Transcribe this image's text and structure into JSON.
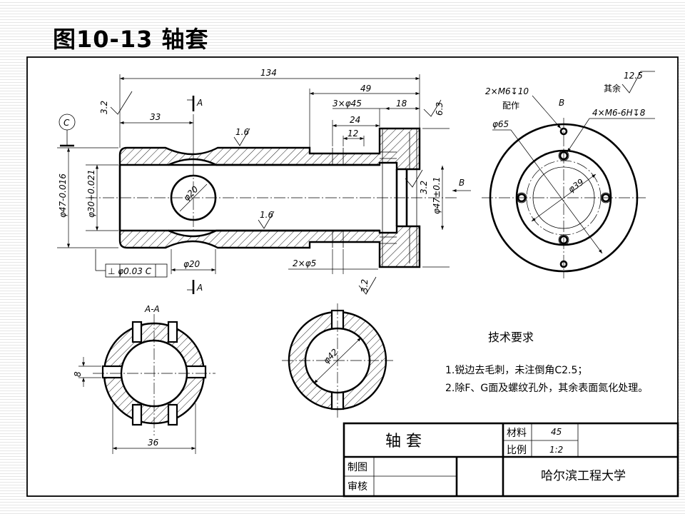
{
  "page_title": "图10-13 轴套",
  "dims": {
    "d134": "134",
    "d49": "49",
    "d3x45": "3×φ45",
    "d18": "18",
    "d33": "33",
    "d24": "24",
    "d12": "12",
    "d47tol": "φ47-0.016",
    "d30tol": "φ30+0.021",
    "d20a": "φ20",
    "d20b": "φ20",
    "d2x5": "2×φ5",
    "d47pm": "φ47±0.1",
    "d65": "φ65",
    "d39": "φ39",
    "d42": "φ42",
    "d8": "8",
    "d36": "36",
    "tol_box": "⊥ φ0.03 C",
    "datum_c": "C",
    "sec_a": "A",
    "sec_a2": "A",
    "view_b": "B",
    "view_b2": "B",
    "section_label": "A-A",
    "thread1": "2×M6↧10",
    "thread1_note": "配作",
    "thread2": "4×M6-6H↧8"
  },
  "roughness": {
    "r1": "3.2",
    "r2": "1.6",
    "r3": "1.6",
    "r4": "6.3",
    "r5": "3.2",
    "r6": "3.2",
    "rest_value": "12.5",
    "rest_label": "其余"
  },
  "tech": {
    "title": "技术要求",
    "line1": "1.锐边去毛刺，未注倒角C2.5；",
    "line2": "2.除F、G面及螺纹孔外，其余表面氮化处理。"
  },
  "title_block": {
    "part_name": "轴   套",
    "material_label": "材料",
    "material_value": "45",
    "scale_label": "比例",
    "scale_value": "1:2",
    "drawn_label": "制图",
    "checked_label": "审核",
    "school": "哈尔滨工程大学"
  }
}
